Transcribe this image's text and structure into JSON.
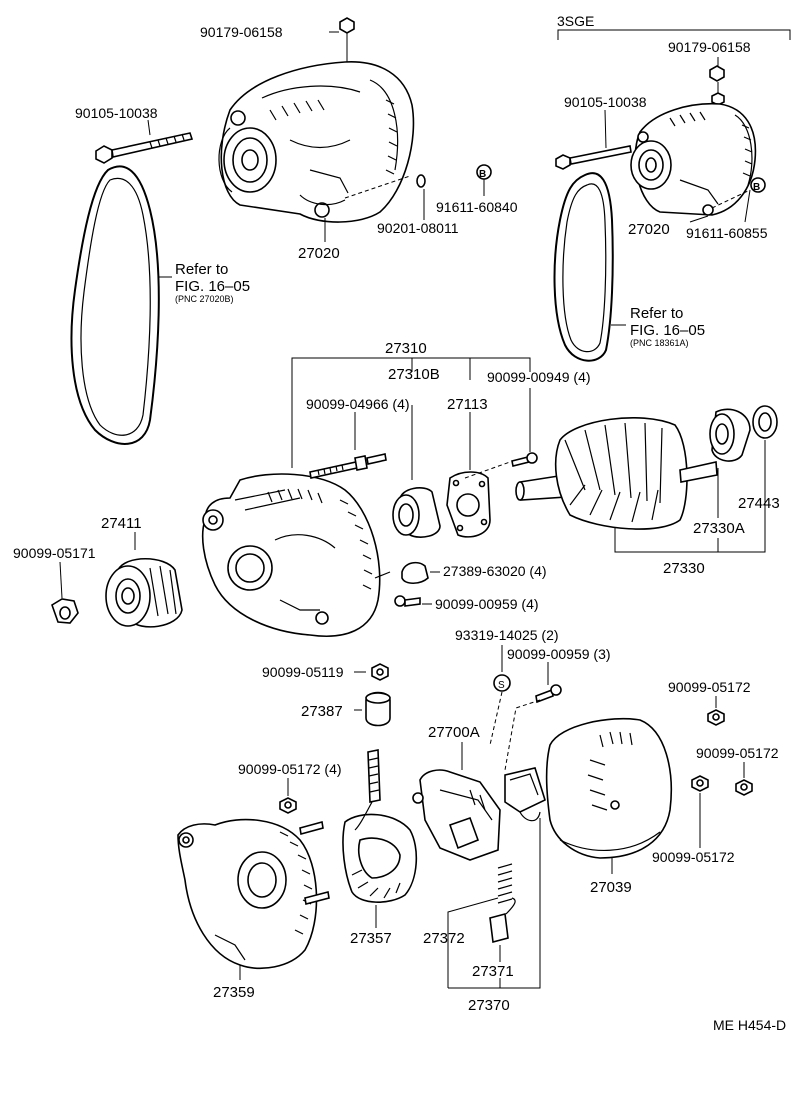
{
  "labels": {
    "variant": "3SGE",
    "p90179_06158_a": "90179-06158",
    "p90179_06158_b": "90179-06158",
    "p90105_10038_a": "90105-10038",
    "p90105_10038_b": "90105-10038",
    "p27020_a": "27020",
    "p27020_b": "27020",
    "p90201_08011": "90201-08011",
    "p91611_60840": "91611-60840",
    "p91611_60855": "91611-60855",
    "ref_a_1": "Refer to",
    "ref_a_2": "FIG. 16–05",
    "ref_a_3": "(PNC 27020B)",
    "ref_b_1": "Refer to",
    "ref_b_2": "FIG. 16–05",
    "ref_b_3": "(PNC 18361A)",
    "circle_b": "B",
    "circle_s": "S",
    "p27310": "27310",
    "p27310B": "27310B",
    "p90099_00949": "90099-00949 (4)",
    "p90099_04966": "90099-04966 (4)",
    "p27113": "27113",
    "p27443": "27443",
    "p27330A": "27330A",
    "p27330": "27330",
    "p27411": "27411",
    "p90099_05171": "90099-05171",
    "p27389_63020": "27389-63020 (4)",
    "p90099_00959_4": "90099-00959 (4)",
    "p93319_14025": "93319-14025 (2)",
    "p90099_00959_3": "90099-00959 (3)",
    "p90099_05119": "90099-05119",
    "p27387": "27387",
    "p27700A": "27700A",
    "p90099_05172_a": "90099-05172",
    "p90099_05172_b": "90099-05172",
    "p90099_05172_c": "90099-05172",
    "p90099_05172_4": "90099-05172 (4)",
    "p27039": "27039",
    "p27357": "27357",
    "p27372": "27372",
    "p27371": "27371",
    "p27370": "27370",
    "p27359": "27359",
    "code": "ME H454-D"
  }
}
